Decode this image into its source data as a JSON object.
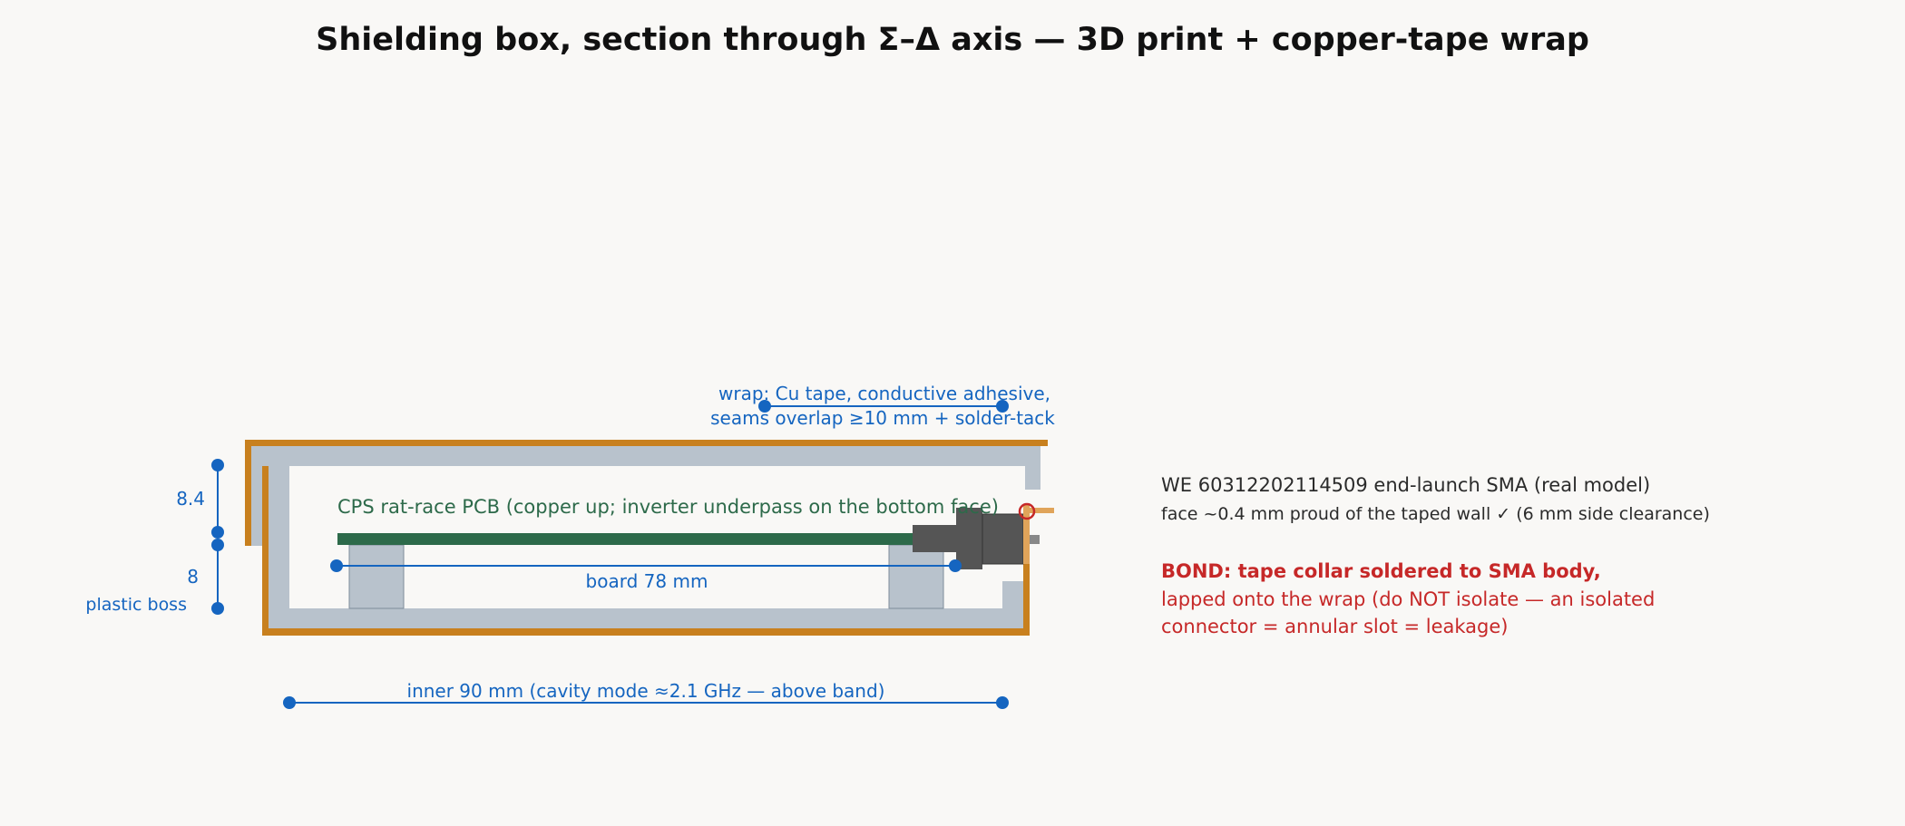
{
  "title": "Shielding box, section through Σ–Δ axis — 3D print + copper-tape wrap",
  "labels": {
    "wrap_line1": "wrap: Cu tape, conductive adhesive,",
    "wrap_line2": "seams overlap ≥10 mm + solder-tack",
    "pcb": "CPS rat-race PCB (copper up; inverter underpass on the bottom face)",
    "board": "board 78 mm",
    "inner": "inner 90 mm (cavity mode ≈2.1 GHz — above band)",
    "dim_top": "8.4",
    "dim_boss": "8",
    "boss": "plastic boss"
  },
  "notes": {
    "sma_title": "WE 60312202114509 end-launch SMA (real model)",
    "sma_face": "face ~0.4 mm proud of the taped wall ✓ (6 mm side clearance)",
    "bond_title": "BOND: tape collar soldered to SMA body,",
    "bond_line2": "lapped onto the wrap (do NOT isolate — an isolated",
    "bond_line3": "connector = annular slot = leakage)"
  },
  "colors": {
    "background": "#f9f8f6",
    "plastic": "#b8c2cc",
    "copper": "#c8801e",
    "pcb": "#2d6a4a",
    "dimension": "#1565c0",
    "connector": "#555555",
    "warning": "#c62828",
    "text": "#2b2b2b"
  }
}
